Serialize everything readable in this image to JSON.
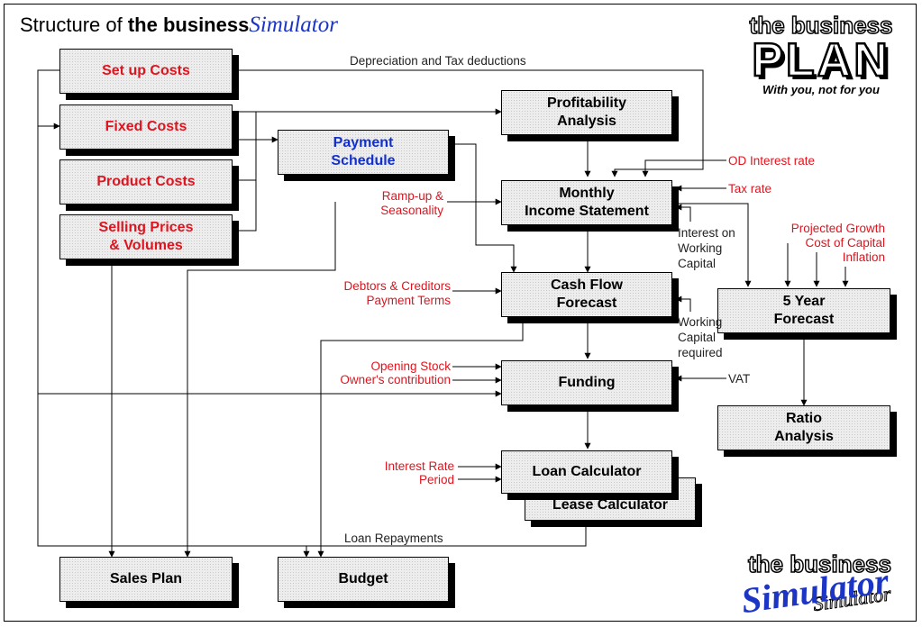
{
  "title": {
    "prefix": "Structure of ",
    "bold": "the business",
    "script": "Simulator"
  },
  "boxes": {
    "setup_costs": "Set up Costs",
    "fixed_costs": "Fixed Costs",
    "product_costs": "Product Costs",
    "selling_prices_l1": "Selling Prices",
    "selling_prices_l2": "& Volumes",
    "payment_schedule_l1": "Payment",
    "payment_schedule_l2": "Schedule",
    "profitability_l1": "Profitability",
    "profitability_l2": "Analysis",
    "monthly_l1": "Monthly",
    "monthly_l2": "Income Statement",
    "cashflow_l1": "Cash Flow",
    "cashflow_l2": "Forecast",
    "funding": "Funding",
    "loan_calc": "Loan Calculator",
    "lease_calc": "Lease Calculator",
    "five_year_l1": "5 Year",
    "five_year_l2": "Forecast",
    "ratio_l1": "Ratio",
    "ratio_l2": "Analysis",
    "sales_plan": "Sales Plan",
    "budget": "Budget"
  },
  "labels": {
    "depreciation": "Depreciation and Tax deductions",
    "od_interest": "OD Interest rate",
    "tax_rate": "Tax rate",
    "ramp_l1": "Ramp-up &",
    "ramp_l2": "Seasonality",
    "interest_wc_l1": "Interest on",
    "interest_wc_l2": "Working",
    "interest_wc_l3": "Capital",
    "proj_growth": "Projected Growth",
    "cost_capital": "Cost of Capital",
    "inflation": "Inflation",
    "debtors_l1": "Debtors & Creditors",
    "debtors_l2": "Payment Terms",
    "wc_req_l1": "Working",
    "wc_req_l2": "Capital",
    "wc_req_l3": "required",
    "opening_stock": "Opening Stock",
    "owners_contrib": "Owner's contribution",
    "vat": "VAT",
    "interest_rate": "Interest Rate",
    "period": "Period",
    "loan_repayments": "Loan Repayments"
  },
  "logo_plan": {
    "line1": "the business",
    "line2": "PLAN",
    "tag_pre": "With you, not ",
    "tag_em": "for",
    "tag_post": " you"
  },
  "logo_sim": {
    "line1": "the business",
    "line2": "Simulator",
    "line3": "Simulator"
  },
  "colors": {
    "red": "#e0141e",
    "blue": "#1230d0",
    "script_blue": "#1d35c4"
  }
}
